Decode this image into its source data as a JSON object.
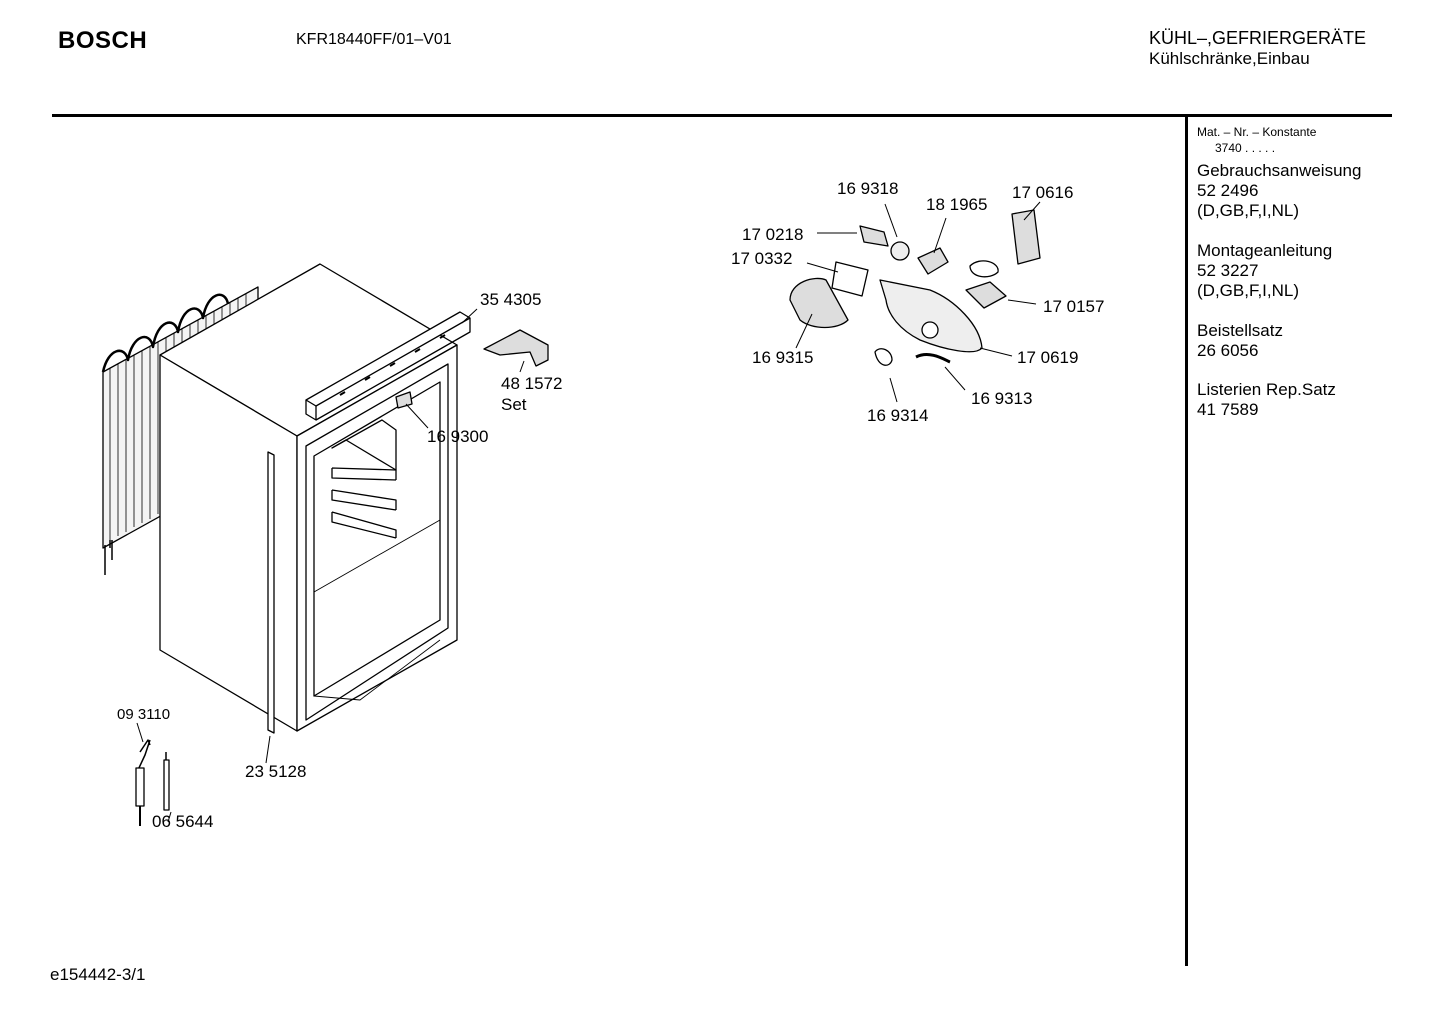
{
  "header": {
    "brand": "BOSCH",
    "model": "KFR18440FF/01–V01",
    "category_line1": "KÜHL–,GEFRIERGERÄTE",
    "category_line2": "Kühlschränke,Einbau"
  },
  "sidebar": {
    "mat_label": "Mat. – Nr. – Konstante",
    "mat_value": "3740  .  .  .  .  .",
    "docs": [
      {
        "title": "Gebrauchsanweisung",
        "number": "52 2496",
        "langs": "(D,GB,F,I,NL)"
      },
      {
        "title": "Montageanleitung",
        "number": "52 3227",
        "langs": "(D,GB,F,I,NL)"
      },
      {
        "title": "Beistellsatz",
        "number": "26 6056",
        "langs": ""
      },
      {
        "title": "Listerien Rep.Satz",
        "number": "41 7589",
        "langs": ""
      }
    ]
  },
  "parts": {
    "p354305": "35 4305",
    "p481572": "48 1572",
    "p481572_set": "Set",
    "p169300": "16 9300",
    "p093110": "09 3110",
    "p065644": "06 5644",
    "p235128": "23 5128",
    "p169318": "16 9318",
    "p181965": "18 1965",
    "p170616": "17 0616",
    "p170218": "17 0218",
    "p170332": "17 0332",
    "p170157": "17 0157",
    "p169315": "16 9315",
    "p170619": "17 0619",
    "p169313": "16 9313",
    "p169314": "16 9314"
  },
  "footer": {
    "doc_id": "e154442-3/1"
  }
}
